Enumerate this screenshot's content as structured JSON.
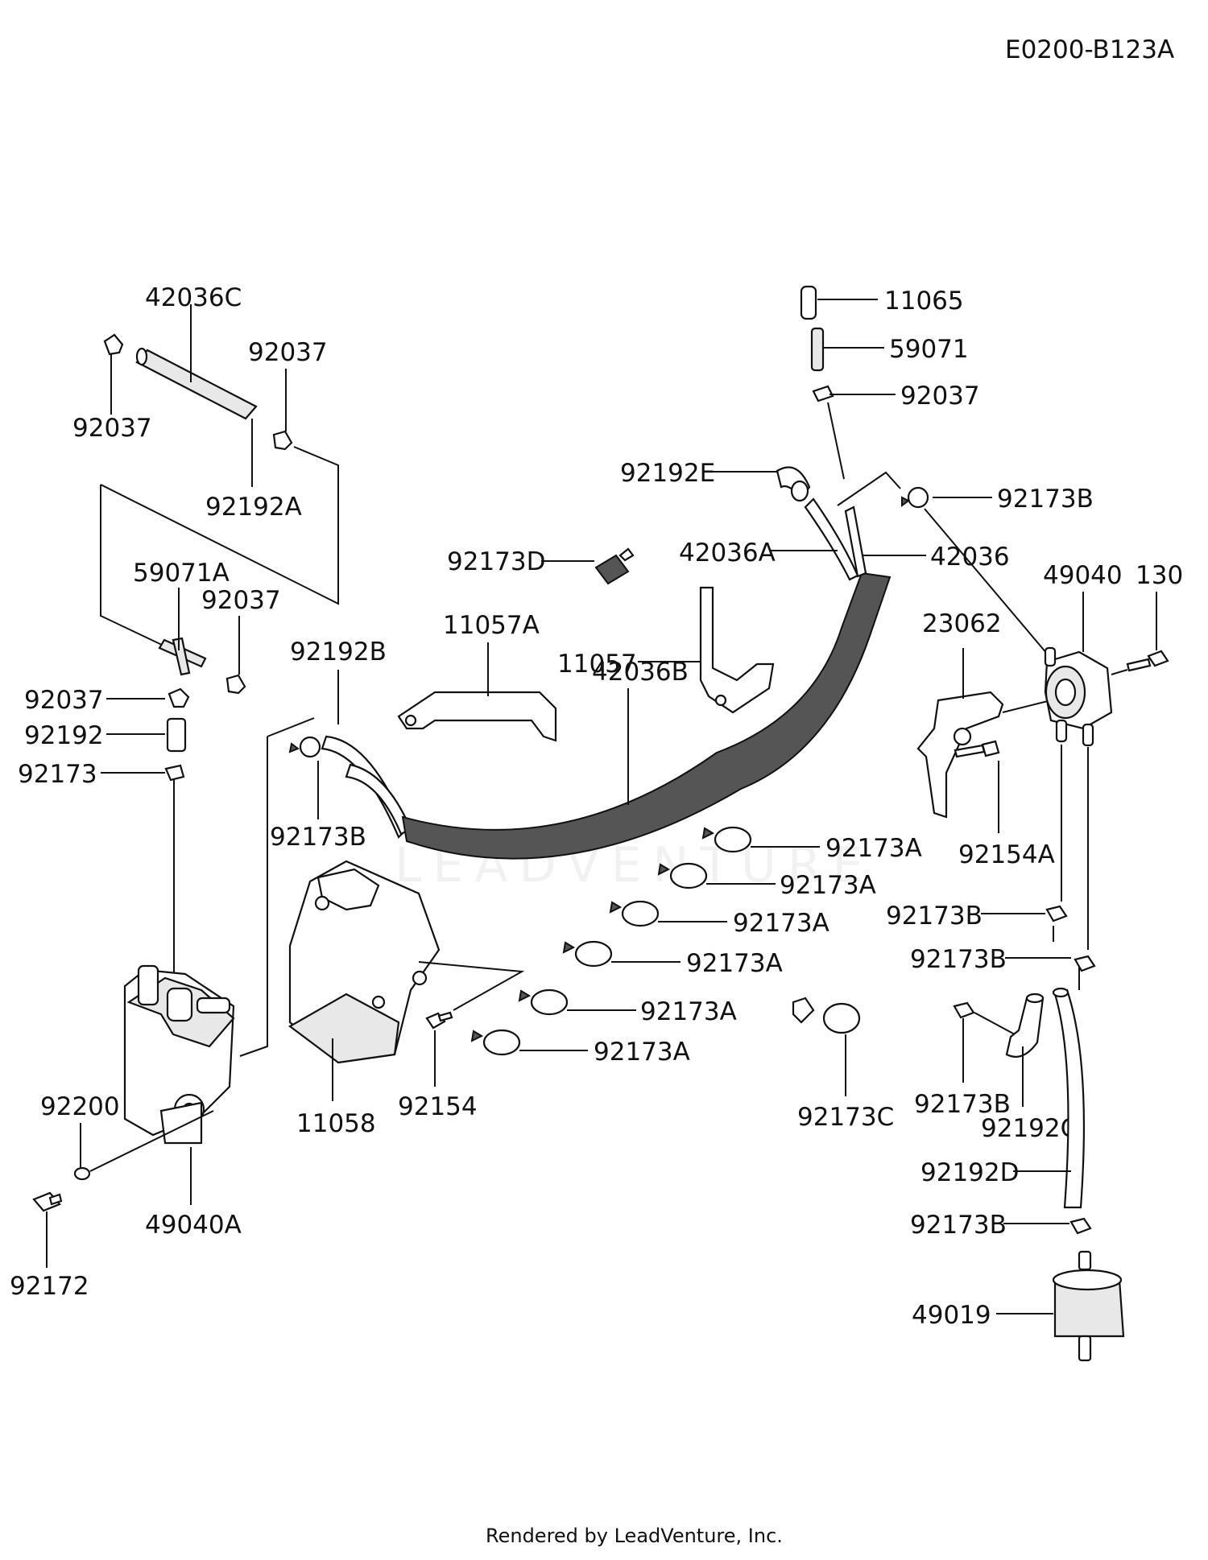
{
  "diagram_code": "E0200-B123A",
  "footer": "Rendered by LeadVenture, Inc.",
  "watermark": "LEADVENTURE",
  "labels": {
    "p42036C": "42036C",
    "p92037_top_left": "92037",
    "p92037_mid": "92037",
    "p92192A": "92192A",
    "p59071A": "59071A",
    "p92037_b": "92037",
    "p92037_left": "92037",
    "p92192": "92192",
    "p92173": "92173",
    "p92192B": "92192B",
    "p92173B_left": "92173B",
    "p11057A": "11057A",
    "p92173D": "92173D",
    "p11057": "11057",
    "p42036B": "42036B",
    "p42036A": "42036A",
    "p92192E": "92192E",
    "p11065": "11065",
    "p59071": "59071",
    "p92037_right": "92037",
    "p92173B_top": "92173B",
    "p42036": "42036",
    "p49040": "49040",
    "p130": "130",
    "p23062": "23062",
    "p92154A": "92154A",
    "p92173A_1": "92173A",
    "p92173A_2": "92173A",
    "p92173A_3": "92173A",
    "p92173A_4": "92173A",
    "p92173A_5": "92173A",
    "p92173A_6": "92173A",
    "p92173C": "92173C",
    "p92173B_r1": "92173B",
    "p92173B_r2": "92173B",
    "p92173B_r3": "92173B",
    "p92192C": "92192C",
    "p92192D": "92192D",
    "p92173B_r4": "92173B",
    "p49019": "49019",
    "p92200": "92200",
    "p49040A": "49040A",
    "p92172": "92172",
    "p11058": "11058",
    "p92154": "92154"
  }
}
